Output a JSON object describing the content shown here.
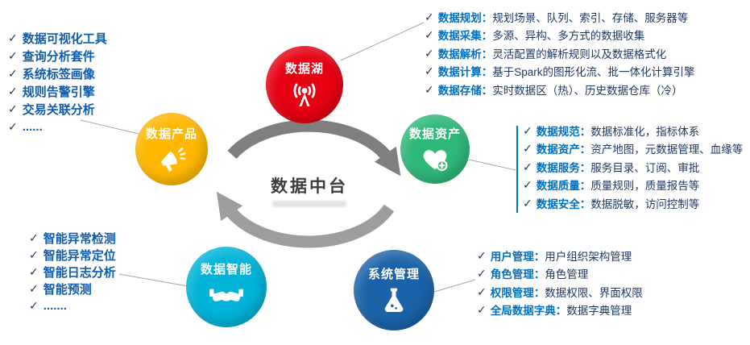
{
  "glyphs": {
    "check": "✓",
    "colon": "："
  },
  "colors": {
    "node_lake": "#e60012",
    "node_product": "#ffb700",
    "node_asset": "#2eb878",
    "node_intelligence": "#00b3d8",
    "node_system": "#1b63a8",
    "label_blue": "#0070c0",
    "item_blue": "#0f5cad",
    "text_navy": "#1f3864",
    "ring_dark": "#7f7f7f",
    "ring_light": "#9d9d9d",
    "connector_gray": "#a6a6a6"
  },
  "center": {
    "title": "数据中台"
  },
  "nodes": {
    "lake": {
      "label": "数据湖",
      "icon": "broadcast-antenna-icon"
    },
    "product": {
      "label": "数据产品",
      "icon": "megaphone-icon"
    },
    "asset": {
      "label": "数据资产",
      "icon": "heart-plus-icon"
    },
    "intelligence": {
      "label": "数据智能",
      "icon": "handshake-icon"
    },
    "system": {
      "label": "系统管理",
      "icon": "flask-icon"
    }
  },
  "lists": {
    "product": {
      "items": [
        "数据可视化工具",
        "查询分析套件",
        "系统标签画像",
        "规则告警引擎",
        "交易关联分析",
        "......"
      ]
    },
    "lake": {
      "items": [
        {
          "label": "数据规划",
          "desc": "规划场景、队列、索引、存储、服务器等"
        },
        {
          "label": "数据采集",
          "desc": "多源、异构、多方式的数据收集"
        },
        {
          "label": "数据解析",
          "desc": "灵活配置的解析规则以及数据格式化"
        },
        {
          "label": "数据计算",
          "desc": "基于Spark的图形化流、批一体化计算引擎"
        },
        {
          "label": "数据存储",
          "desc": "实时数据区（热）、历史数据仓库（冷）"
        }
      ]
    },
    "asset": {
      "items": [
        {
          "label": "数据规范",
          "desc": "数据标准化，指标体系"
        },
        {
          "label": "数据资产",
          "desc": "资产地图，元数据管理、血缘等"
        },
        {
          "label": "数据服务",
          "desc": "服务目录、订阅、审批"
        },
        {
          "label": "数据质量",
          "desc": "质量规则，质量报告等"
        },
        {
          "label": "数据安全",
          "desc": "数据脱敏，访问控制等"
        }
      ]
    },
    "intelligence": {
      "items": [
        "智能异常检测",
        "智能异常定位",
        "智能日志分析",
        "智能预测",
        "......."
      ]
    },
    "system": {
      "items": [
        {
          "label": "用户管理",
          "desc": "用户组织架构管理"
        },
        {
          "label": "角色管理",
          "desc": "角色管理"
        },
        {
          "label": "权限管理",
          "desc": "数据权限、界面权限"
        },
        {
          "label": "全局数据字典",
          "desc": "数据字典管理"
        }
      ]
    }
  }
}
